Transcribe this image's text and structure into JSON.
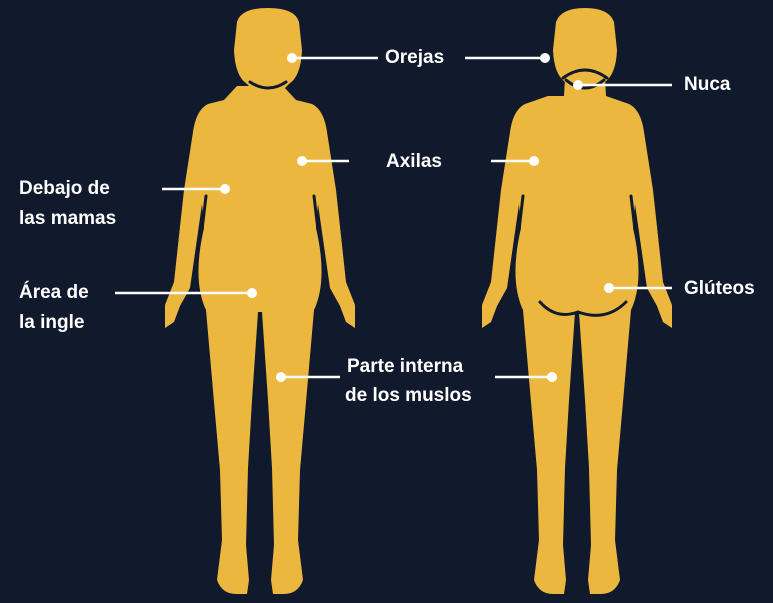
{
  "colors": {
    "background": "#111a2c",
    "figure": "#ecb73f",
    "line": "#ffffff",
    "text": "#ffffff"
  },
  "labels": {
    "ears": "Orejas",
    "nape": "Nuca",
    "armpits": "Axilas",
    "under_breasts_line1": "Debajo de",
    "under_breasts_line2": "las mamas",
    "groin_line1": "Área de",
    "groin_line2": "la ingle",
    "buttocks": "Glúteos",
    "inner_thighs_line1": "Parte interna",
    "inner_thighs_line2": "de los muslos"
  }
}
